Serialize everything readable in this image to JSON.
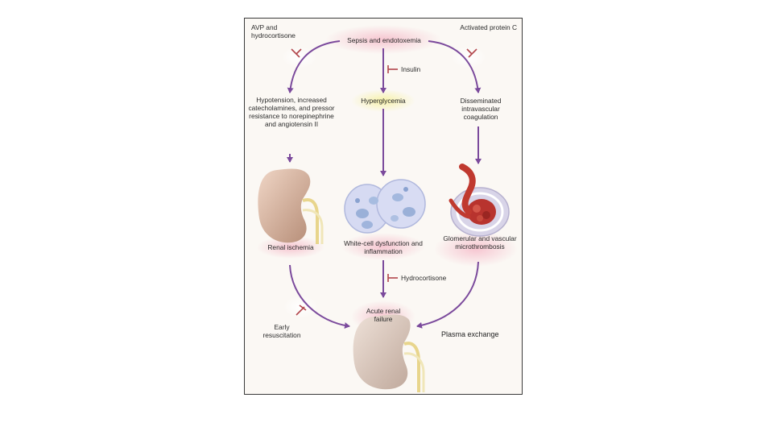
{
  "diagram": {
    "top_label": "Sepsis and endotoxemia",
    "avp_label": "AVP and hydrocortisone",
    "apc_label": "Activated protein C",
    "insulin_label": "Insulin",
    "hypotension_label": "Hypotension, increased catecholamines, and pressor resistance to norepinephrine and angiotensin II",
    "hyperglycemia_label": "Hyperglycemia",
    "dic_label": "Disseminated intravascular coagulation",
    "renal_ischemia_label": "Renal ischemia",
    "wbc_label": "White-cell dysfunction and inflammation",
    "glomerular_label": "Glomerular and vascular microthrombosis",
    "hydrocortisone_label": "Hydrocortisone",
    "early_resus_label": "Early resuscitation",
    "arf_label": "Acute renal failure",
    "colors": {
      "arrow": "#7b4a9c",
      "inhibitor": "#b2454b",
      "highlight_pink": "#f6c9d2",
      "highlight_yellow": "#f4f0a8",
      "kidney": "#dcc2b3",
      "cell": "#cdd3ef"
    }
  },
  "overlay": {
    "plasma_exchange": "Plasma exchange"
  }
}
